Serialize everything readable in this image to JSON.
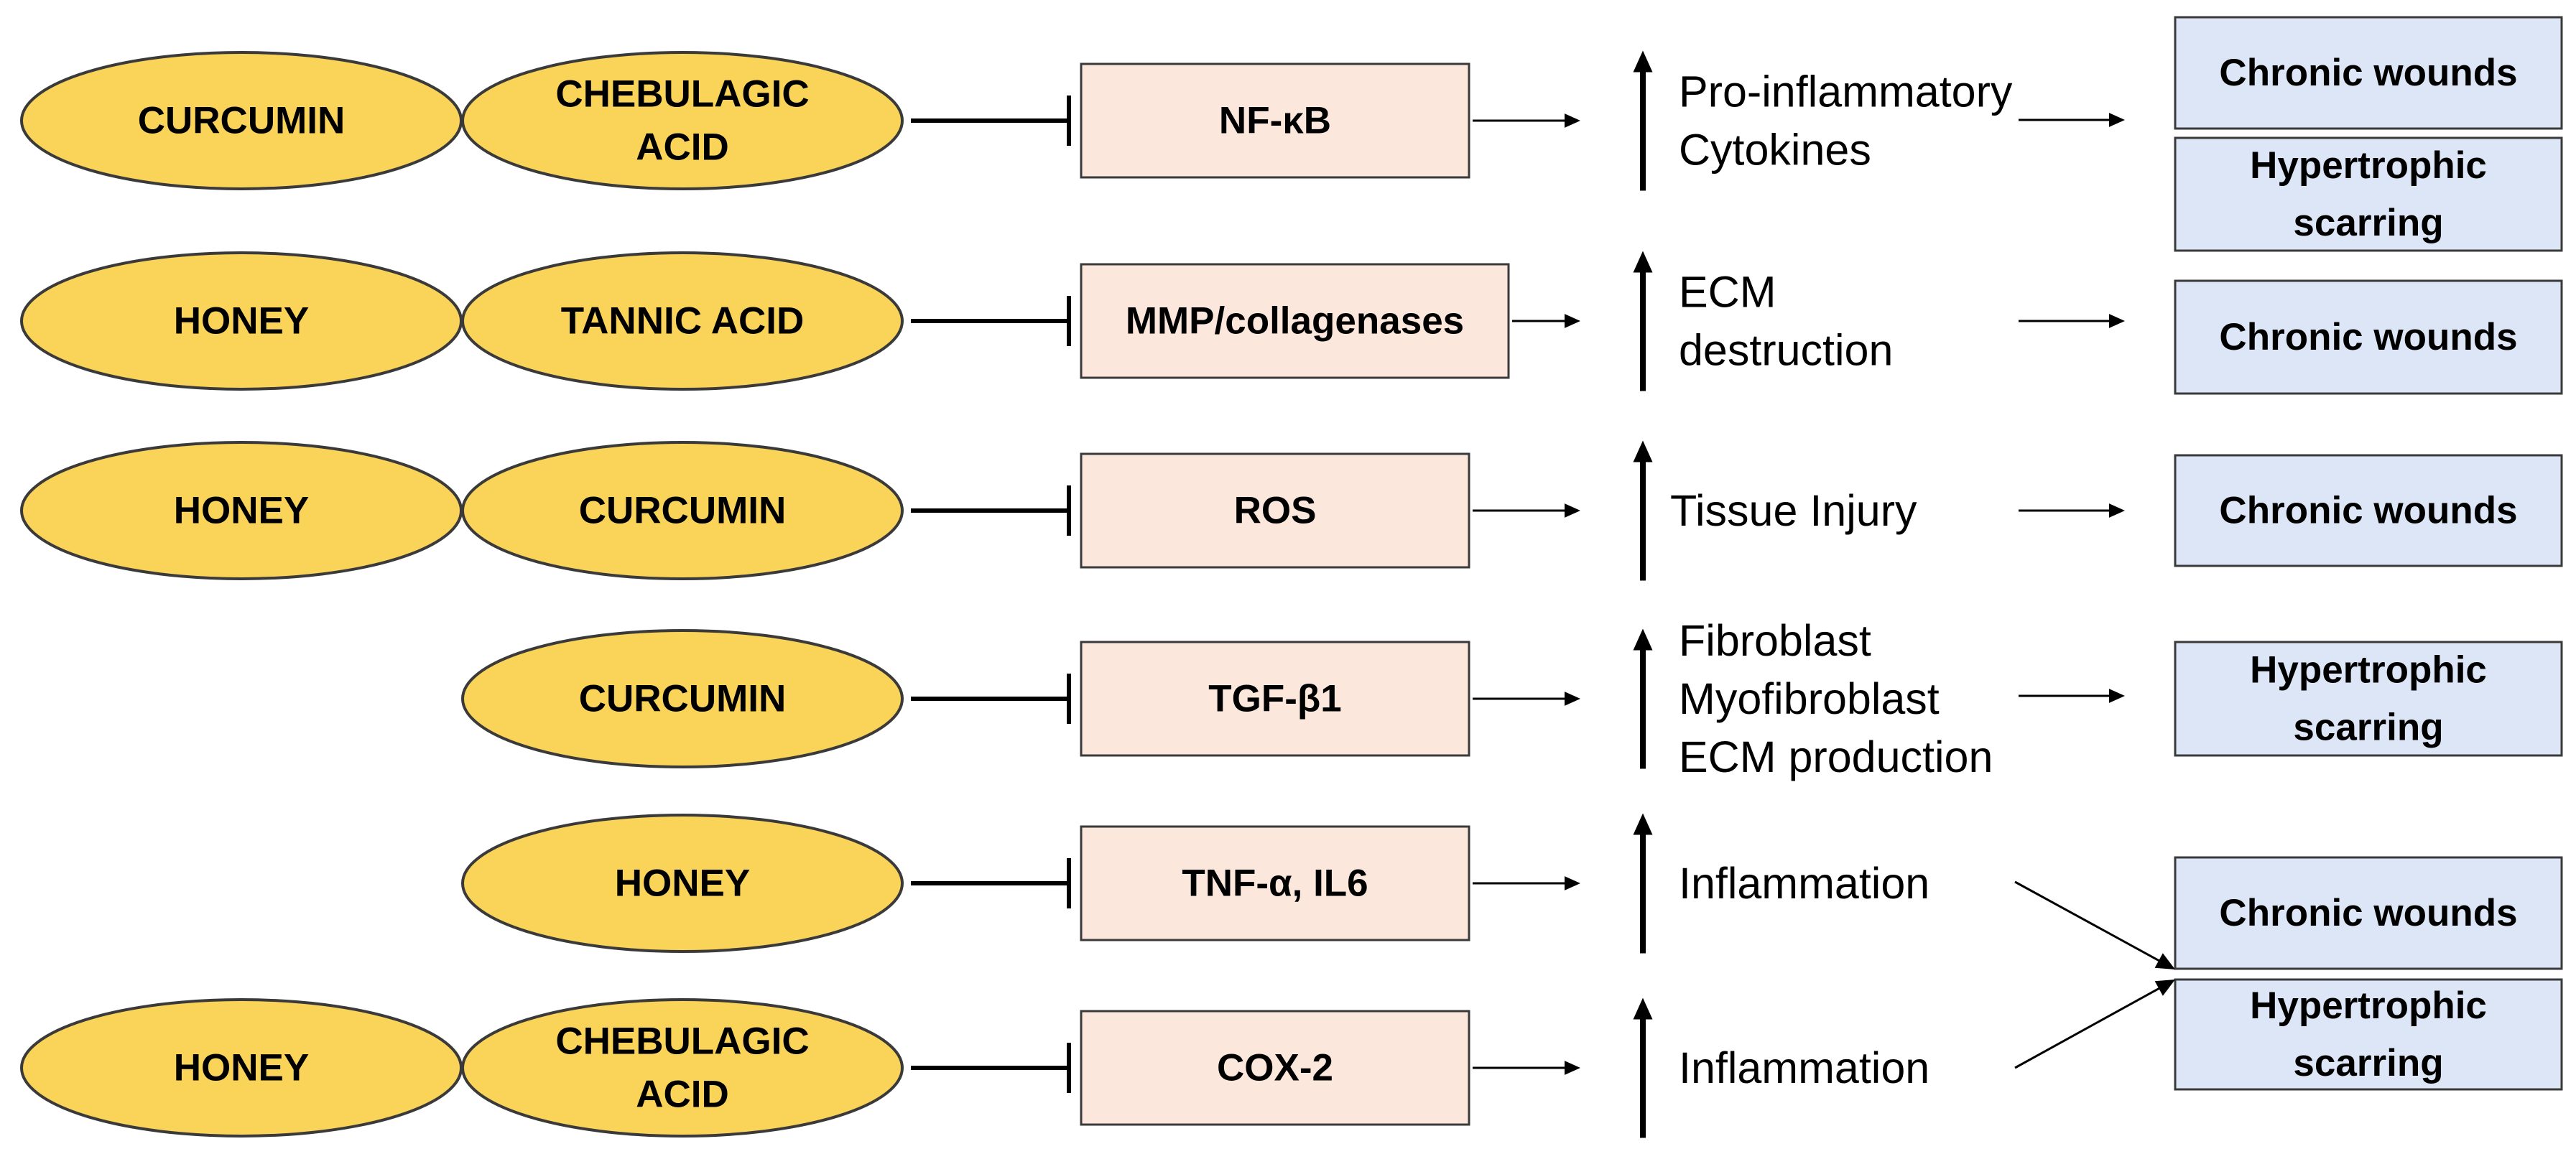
{
  "colors": {
    "agent_fill": "#FAD359",
    "agent_stroke": "#3A3A3A",
    "target_fill": "#FCE7DC",
    "outcome_fill": "#DCE6F6",
    "line": "#000000"
  },
  "rows": [
    {
      "agents": [
        "CURCUMIN",
        "CHEBULAGIC\nACID"
      ],
      "target": "NF-κB",
      "effect": [
        "Pro-inflammatory",
        "Cytokines"
      ],
      "outcomes": [
        "Chronic wounds",
        "Hypertrophic\nscarring"
      ]
    },
    {
      "agents": [
        "HONEY",
        "TANNIC ACID"
      ],
      "target": "MMP/collagenases",
      "effect": [
        "ECM",
        "destruction"
      ],
      "outcomes": [
        "Chronic wounds"
      ]
    },
    {
      "agents": [
        "HONEY",
        "CURCUMIN"
      ],
      "target": "ROS",
      "effect": [
        "Tissue Injury"
      ],
      "outcomes": [
        "Chronic wounds"
      ]
    },
    {
      "agents": [
        "CURCUMIN"
      ],
      "target": "TGF-β1",
      "effect": [
        "Fibroblast",
        "Myofibroblast",
        "ECM production"
      ],
      "outcomes": [
        "Hypertrophic\nscarring"
      ]
    },
    {
      "agents": [
        "HONEY"
      ],
      "target": "TNF-α, IL6",
      "effect": [
        "Inflammation"
      ],
      "outcomes": []
    },
    {
      "agents": [
        "HONEY",
        "CHEBULAGIC\nACID"
      ],
      "target": "COX-2",
      "effect": [
        "Inflammation"
      ],
      "outcomes": []
    }
  ],
  "shared_outcomes": [
    "Chronic wounds",
    "Hypertrophic\nscarring"
  ]
}
